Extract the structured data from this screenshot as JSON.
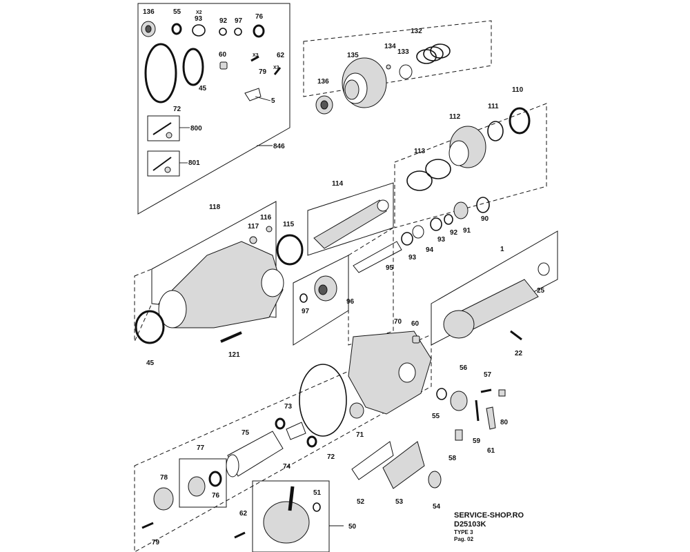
{
  "footer": {
    "shop": "SERVICE-SHOP.RO",
    "model": "D25103K",
    "type": "TYPE 3",
    "page": "Pag. 02"
  },
  "labels": {
    "p136a": "136",
    "p55a": "55",
    "p93x2": "X2",
    "p93a": "93",
    "p92a": "92",
    "p97a": "97",
    "p76a": "76",
    "p60a": "60",
    "p79x3": "X3",
    "p79a": "79",
    "p62x3": "X3",
    "p62a": "62",
    "p45a": "45",
    "p72a": "72",
    "p5": "5",
    "p800": "800",
    "p801": "801",
    "p846": "846",
    "p132": "132",
    "p134": "134",
    "p133": "133",
    "p135": "135",
    "p136b": "136",
    "p110": "110",
    "p111": "111",
    "p112": "112",
    "p113": "113",
    "p114": "114",
    "p118": "118",
    "p117": "117",
    "p116": "116",
    "p115": "115",
    "p90": "90",
    "p91": "91",
    "p92b": "92",
    "p93b": "93",
    "p94": "94",
    "p93c": "93",
    "p95": "95",
    "p96": "96",
    "p97b": "97",
    "p45b": "45",
    "p121": "121",
    "p1": "1",
    "p25": "25",
    "p22": "22",
    "p70": "70",
    "p60b": "60",
    "p56": "56",
    "p57": "57",
    "p55b": "55",
    "p80": "80",
    "p59": "59",
    "p61": "61",
    "p58": "58",
    "p71": "71",
    "p72b": "72",
    "p73": "73",
    "p75": "75",
    "p74": "74",
    "p77": "77",
    "p76b": "76",
    "p78": "78",
    "p79b": "79",
    "p62b": "62",
    "p50": "50",
    "p51": "51",
    "p52": "52",
    "p53": "53",
    "p54": "54"
  }
}
